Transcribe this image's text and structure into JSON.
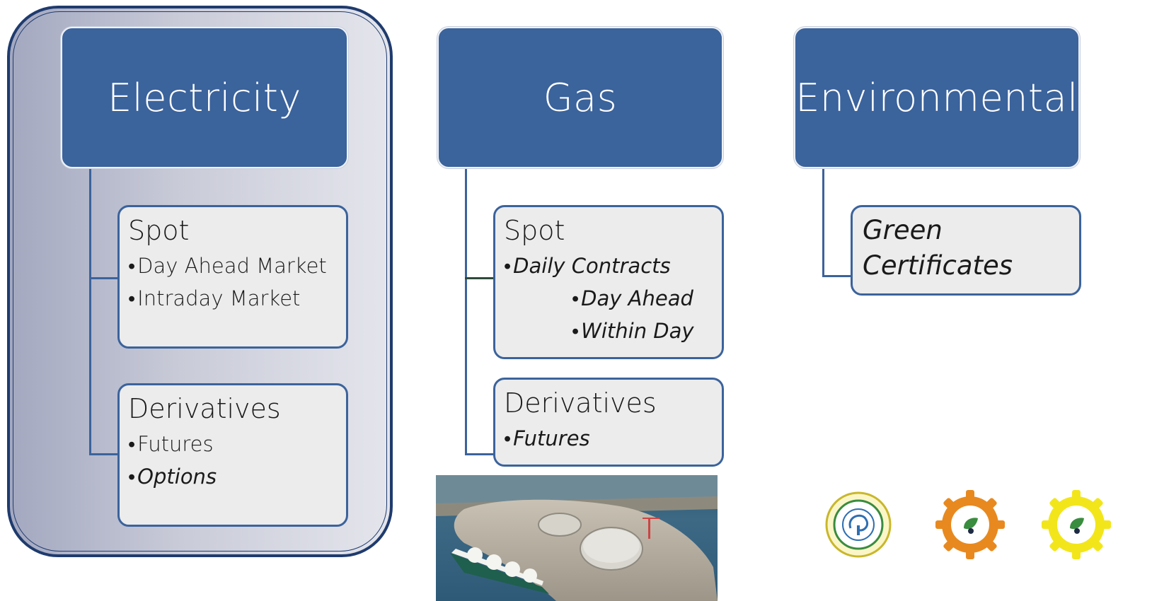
{
  "electricity": {
    "title": "Electricity",
    "spot": {
      "title": "Spot",
      "items": [
        "Day Ahead Market",
        "Intraday Market"
      ]
    },
    "derivatives": {
      "title": "Derivatives",
      "items": [
        "Futures",
        "Options"
      ]
    }
  },
  "gas": {
    "title": "Gas",
    "spot": {
      "title": "Spot",
      "item": "Daily Contracts",
      "subitems": [
        "Day Ahead",
        "Within Day"
      ]
    },
    "derivatives": {
      "title": "Derivatives",
      "items": [
        "Futures"
      ]
    }
  },
  "environmental": {
    "title": "Environmental",
    "green": {
      "line1": "Green",
      "line2": "Certificates"
    }
  },
  "bullet": "•",
  "colors": {
    "header_fill": "#3b639c",
    "card_fill": "#ececec",
    "frame_border": "#1f3b6e",
    "logo_orange": "#e8891f",
    "logo_yellow": "#f2e61a",
    "logo_green": "#3a8c3f"
  }
}
